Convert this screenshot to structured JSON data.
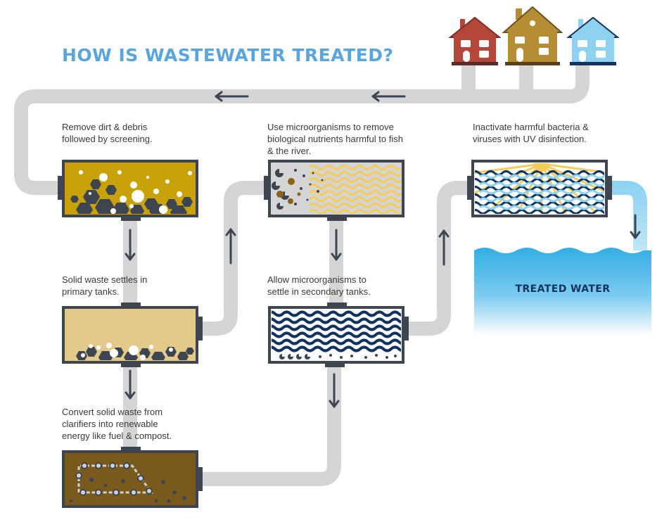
{
  "title": "HOW IS WASTEWATER TREATED?",
  "steps": {
    "screening": "Remove dirt & debris\nfollowed by screening.",
    "primary": "Solid waste settles in\nprimary tanks.",
    "energy": "Convert solid waste from\nclarifiers into renewable\nenergy like fuel & compost.",
    "biological": "Use microorganisms to remove\nbiological nutrients harmful to fish\n& the river.",
    "secondary": "Allow microorganisms to\nsettle in secondary tanks.",
    "uv": "Inactivate harmful bacteria &\nviruses with UV disinfection."
  },
  "outlet_label": "TREATED WATER",
  "colors": {
    "title": "#5aa6dc",
    "pipe": "#d5d5d7",
    "tank_frame": "#3d4650",
    "arrow": "#3d4650",
    "screening_tank": "#c7a208",
    "primary_tank": "#e3c98a",
    "energy_tank": "#7a5a1c",
    "water": "#3fb2e4",
    "navy": "#13335f",
    "yellow_wave": "#f2cd5a",
    "house_red": "#b4473a",
    "house_gold": "#b48d35",
    "house_blue": "#8fd2f0"
  }
}
